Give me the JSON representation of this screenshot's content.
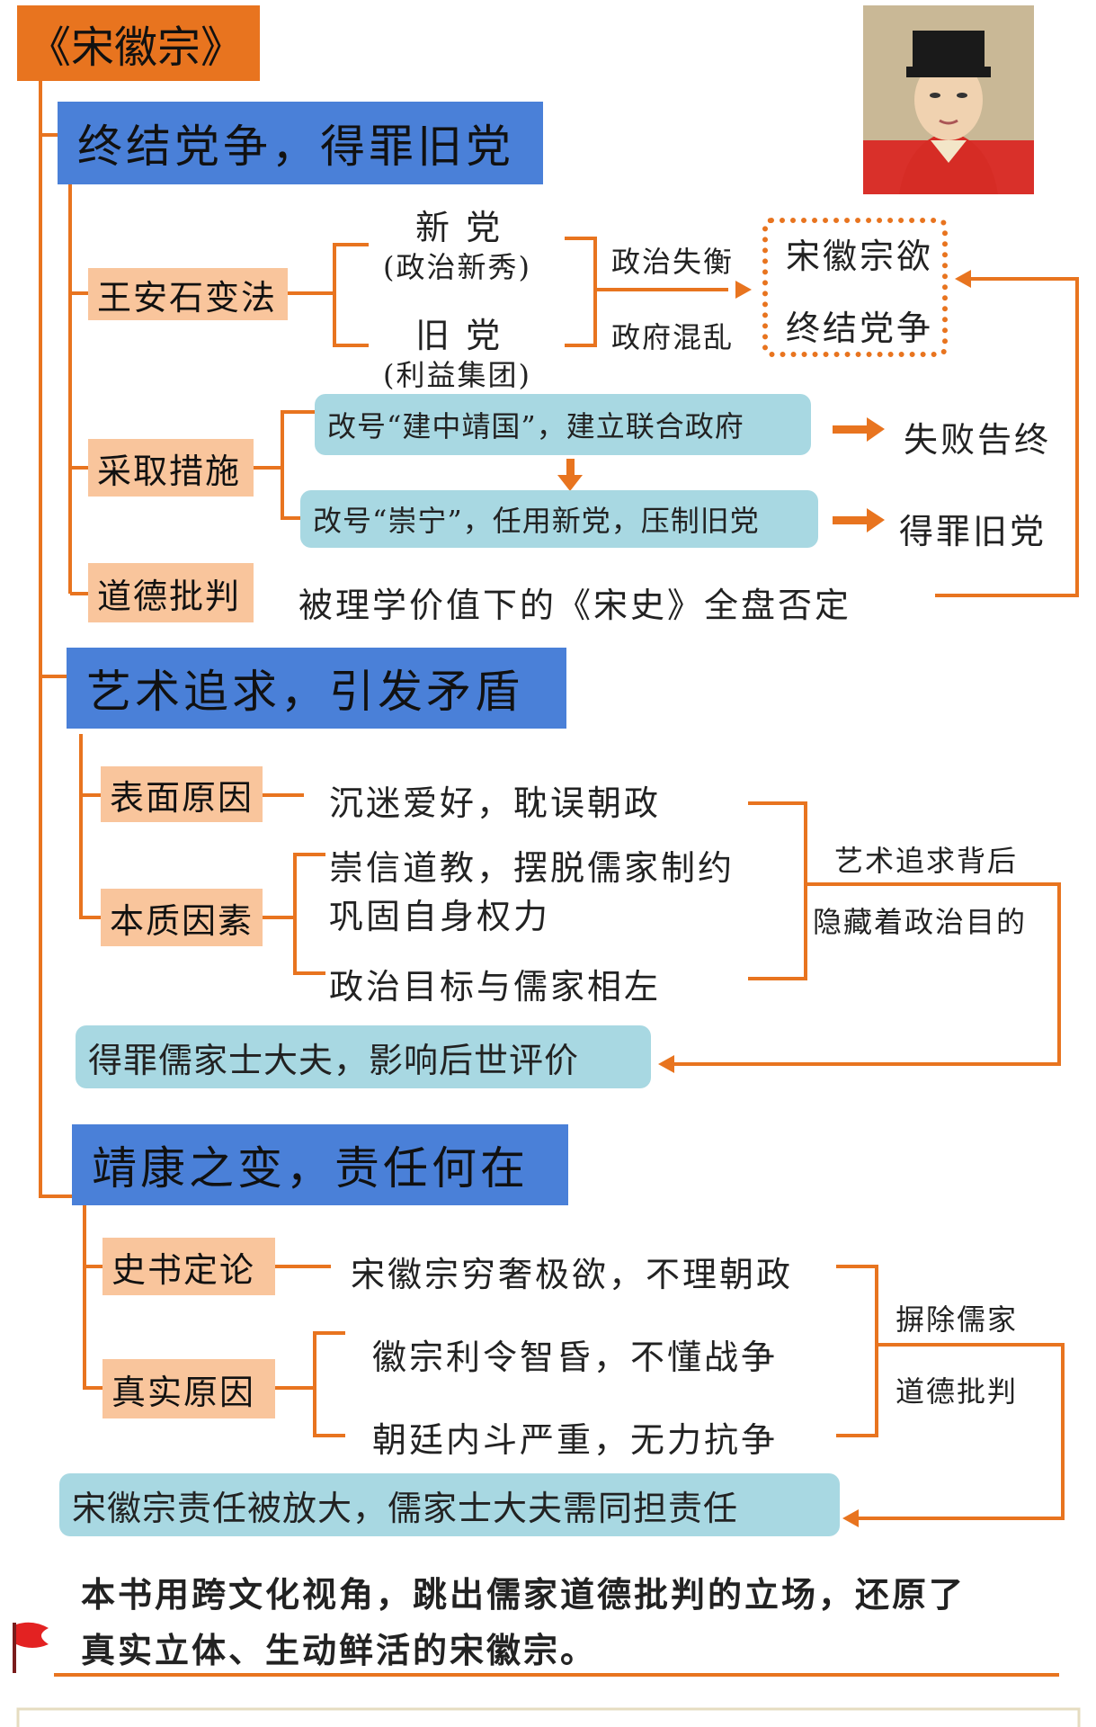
{
  "title": "《宋徽宗》",
  "section1": {
    "title": "终结党争，得罪旧党",
    "tag1": "王安石变法",
    "new_party": "新 党",
    "new_party_sub": "(政治新秀)",
    "old_party": "旧 党",
    "old_party_sub": "(利益集团)",
    "effect1": "政治失衡",
    "effect2": "政府混乱",
    "goal_line1": "宋徽宗欲",
    "goal_line2": "终结党争",
    "tag2": "采取措施",
    "measure1": "改号“建中靖国”，建立联合政府",
    "measure2": "改号“崇宁”，任用新党，压制旧党",
    "result1": "失败告终",
    "result2": "得罪旧党",
    "tag3": "道德批判",
    "critique": "被理学价值下的《宋史》全盘否定"
  },
  "section2": {
    "title": "艺术追求，引发矛盾",
    "tag1": "表面原因",
    "surface": "沉迷爱好，耽误朝政",
    "tag2": "本质因素",
    "essence1": "崇信道教，摆脱儒家制约",
    "essence2": "巩固自身权力",
    "essence3": "政治目标与儒家相左",
    "hidden_line1": "艺术追求背后",
    "hidden_line2": "隐藏着政治目的",
    "conclusion": "得罪儒家士大夫，影响后世评价"
  },
  "section3": {
    "title": "靖康之变，责任何在",
    "tag1": "史书定论",
    "history": "宋徽宗穷奢极欲，不理朝政",
    "tag2": "真实原因",
    "real1": "徽宗利令智昏，不懂战争",
    "real2": "朝廷内斗严重，无力抗争",
    "remove_line1": "摒除儒家",
    "remove_line2": "道德批判",
    "conclusion": "宋徽宗责任被放大，儒家士大夫需同担责任"
  },
  "footer": {
    "line1": "本书用跨文化视角，跳出儒家道德批判的立场，还原了",
    "line2": "真实立体、生动鲜活的宋徽宗。"
  },
  "colors": {
    "accent": "#e8741f",
    "section": "#4a80d8",
    "tag": "#f9c59c",
    "teal": "#a8d8e2"
  }
}
